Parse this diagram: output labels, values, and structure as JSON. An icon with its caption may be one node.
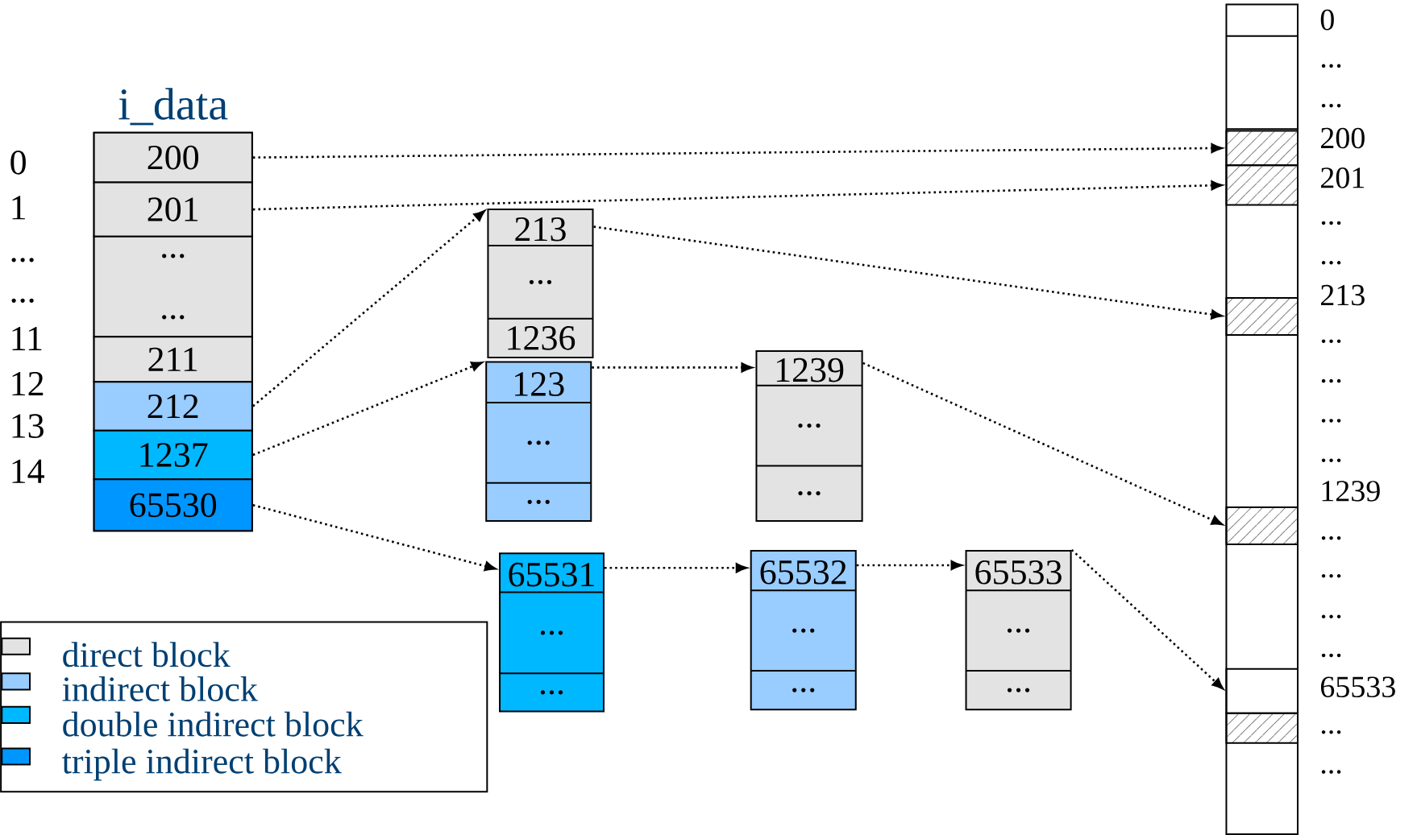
{
  "diagram": {
    "nodes": [
      {
        "text": [
          "i_data"
        ]
      },
      {
        "text": [
          "200"
        ],
        "in": 0
      },
      {
        "text": [
          "201"
        ],
        "in": 0
      },
      {
        "text": [
          "...",
          "..."
        ],
        "in": 0
      },
      {
        "text": [
          "211"
        ],
        "in": 0
      },
      {
        "text": [
          "212"
        ],
        "in": 0
      },
      {
        "text": [
          "1237"
        ],
        "in": 0
      },
      {
        "text": [
          "65530"
        ],
        "in": 0
      },
      {
        "text": [
          "213",
          "...",
          "1236"
        ]
      },
      {
        "text": [
          "123",
          "...",
          "..."
        ]
      },
      {
        "text": [
          "1239",
          "...",
          "..."
        ]
      },
      {
        "text": [
          "65531",
          "...",
          "..."
        ]
      },
      {
        "text": [
          "65532",
          "...",
          "..."
        ]
      },
      {
        "text": [
          "65533",
          "...",
          "..."
        ]
      },
      {
        "text": [],
        "shape": "bar"
      },
      {
        "text": [],
        "shape": "box",
        "in": 14
      },
      {
        "text": [],
        "shape": "box",
        "in": 14
      },
      {
        "text": [],
        "shape": "box",
        "in": 14
      },
      {
        "text": [],
        "shape": "box",
        "in": 14
      },
      {
        "text": [],
        "shape": "box",
        "in": 14
      },
      {
        "text": [],
        "shape": "box",
        "in": 14
      }
    ],
    "edges": [
      {
        "from": 1,
        "to": 15,
        "arrow": "to"
      },
      {
        "from": 2,
        "to": 16,
        "arrow": "to"
      },
      {
        "from": 5,
        "to": 8,
        "arrow": "to"
      },
      {
        "from": 6,
        "to": 9,
        "arrow": "to"
      },
      {
        "from": 7,
        "to": 11,
        "arrow": "to"
      },
      {
        "from": 8,
        "to": 17,
        "arrow": "to"
      },
      {
        "from": 9,
        "to": 10,
        "arrow": "to"
      },
      {
        "from": 10,
        "to": 18,
        "arrow": "to"
      },
      {
        "from": 11,
        "to": 12,
        "arrow": "to"
      },
      {
        "from": 12,
        "to": 13,
        "arrow": "to"
      },
      {
        "from": 13,
        "to": 19,
        "arrow": "to"
      }
    ],
    "labels": [
      "0",
      "1",
      "...",
      "...",
      "11",
      "12",
      "13",
      "14",
      "0",
      "...",
      "...",
      "200",
      "201",
      "...",
      "...",
      "213",
      "...",
      "...",
      "...",
      "...",
      "1239",
      "...",
      "...",
      "...",
      "...",
      "65533",
      "...",
      "..."
    ],
    "legend": [
      {
        "text": "direct block",
        "color": "#e3e3e3"
      },
      {
        "text": "indirect block",
        "color": "#99ccff"
      },
      {
        "text": "double indirect block",
        "color": "#00b8ff"
      },
      {
        "text": "triple indirect block",
        "color": "#0096ff"
      }
    ]
  }
}
